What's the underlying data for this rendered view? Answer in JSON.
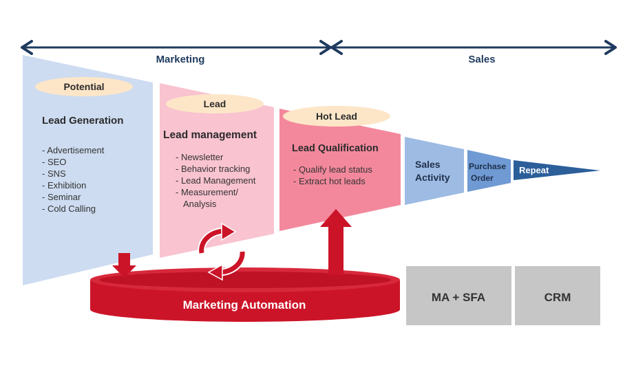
{
  "arrows": {
    "marketing_label": "Marketing",
    "sales_label": "Sales"
  },
  "stages": {
    "potential": {
      "badge": "Potential",
      "title": "Lead Generation",
      "items": [
        "- Advertisement",
        "- SEO",
        "- SNS",
        "- Exhibition",
        "- Seminar",
        "- Cold Calling"
      ]
    },
    "lead": {
      "badge": "Lead",
      "title": "Lead management",
      "items": [
        "- Newsletter",
        "- Behavior tracking",
        "- Lead Management",
        "- Measurement/",
        "Analysis"
      ]
    },
    "hot_lead": {
      "badge": "Hot Lead",
      "title": "Lead Qualification",
      "items": [
        "- Qualify lead status",
        "- Extract hot leads"
      ]
    },
    "sales_activity": {
      "line1": "Sales",
      "line2": "Activity"
    },
    "purchase_order": {
      "line1": "Purchase",
      "line2": "Order"
    },
    "repeat": {
      "label": "Repeat"
    }
  },
  "platform": {
    "marketing_automation": "Marketing Automation",
    "ma_sfa": "MA + SFA",
    "crm": "CRM"
  },
  "colors": {
    "arrow_navy": "#1f3a5f",
    "potential_fill": "#cddcf1",
    "lead_fill": "#f9c3d0",
    "hot_lead_fill": "#f3889c",
    "sales_activity_fill": "#9dbbe3",
    "purchase_order_fill": "#6f9ad3",
    "repeat_fill": "#2c5f9a",
    "badge_fill": "#fde6c8",
    "automation_red": "#cc1428",
    "gray_box": "#c6c6c6"
  }
}
